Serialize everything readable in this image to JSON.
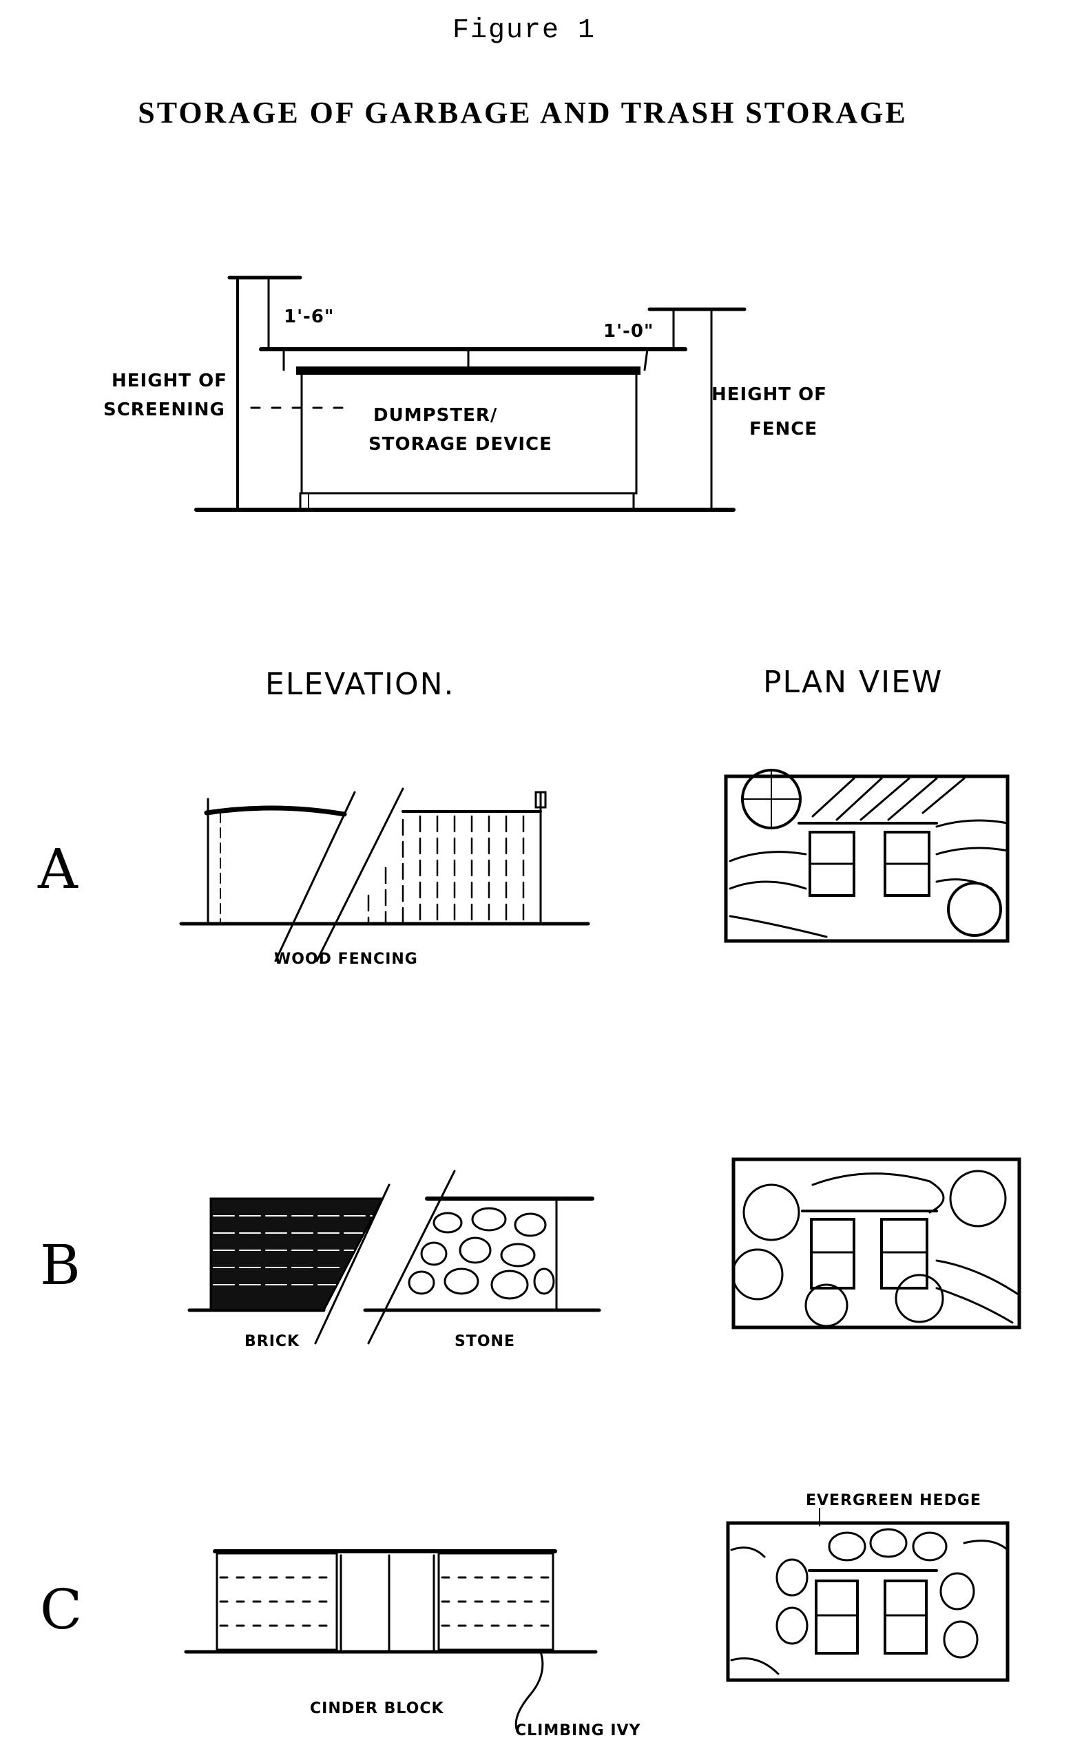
{
  "figure": {
    "number": "Figure 1",
    "title": "STORAGE OF GARBAGE AND TRASH STORAGE"
  },
  "top_diagram": {
    "dim_left": "1'-6\"",
    "dim_right": "1'-0\"",
    "label_left_line1": "HEIGHT OF",
    "label_left_line2": "SCREENING",
    "label_center_line1": "DUMPSTER/",
    "label_center_line2": "STORAGE DEVICE",
    "label_right_line1": "HEIGHT OF",
    "label_right_line2": "FENCE"
  },
  "columns": {
    "elevation": "ELEVATION.",
    "plan": "PLAN VIEW"
  },
  "rows": [
    {
      "letter": "A",
      "elevation_labels": [
        "WOOD FENCING"
      ]
    },
    {
      "letter": "B",
      "elevation_labels": [
        "BRICK",
        "STONE"
      ]
    },
    {
      "letter": "C",
      "elevation_labels": [
        "CINDER BLOCK",
        "CLIMBING IVY"
      ],
      "plan_label": "EVERGREEN HEDGE"
    }
  ]
}
